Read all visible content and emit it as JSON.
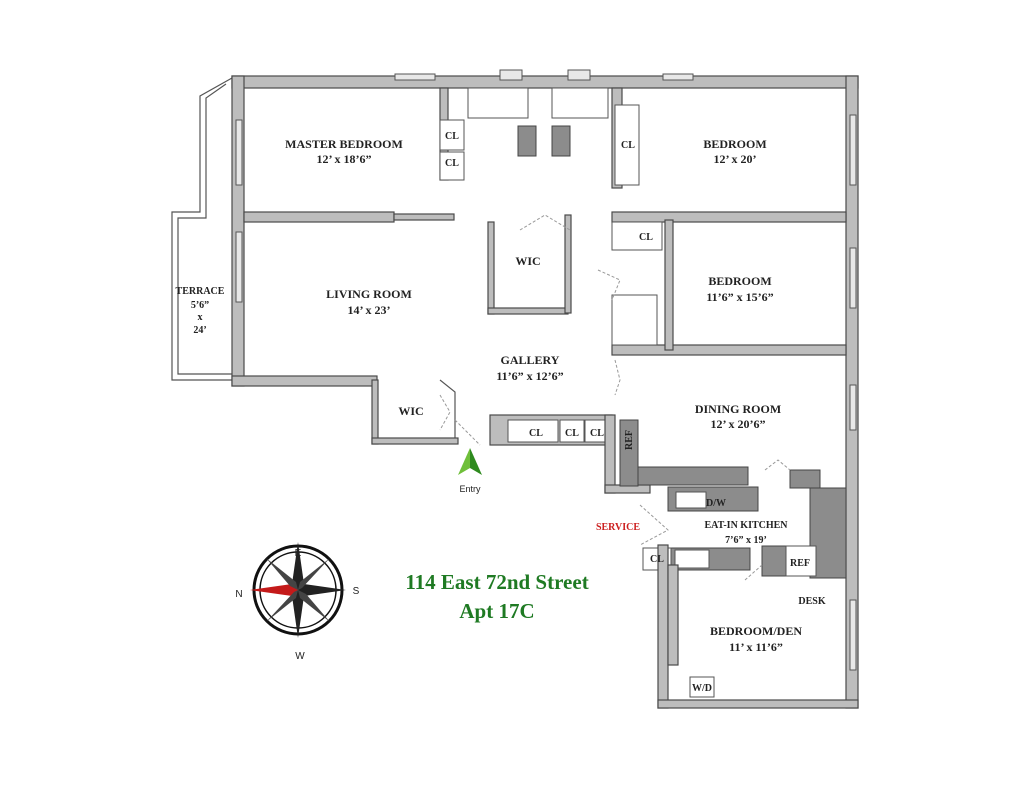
{
  "rooms": {
    "master_bedroom": {
      "name": "MASTER BEDROOM",
      "size": "12’ x 18’6”"
    },
    "bedroom_1": {
      "name": "BEDROOM",
      "size": "12’ x 20’"
    },
    "bedroom_2": {
      "name": "BEDROOM",
      "size": "11’6” x 15’6”"
    },
    "living_room": {
      "name": "LIVING ROOM",
      "size": "14’ x 23’"
    },
    "terrace": {
      "name": "TERRACE",
      "size_a": "5’6”",
      "size_x": "x",
      "size_b": "24’"
    },
    "gallery": {
      "name": "GALLERY",
      "size": "11’6” x 12’6”"
    },
    "dining_room": {
      "name": "DINING ROOM",
      "size": "12’ x 20’6”"
    },
    "kitchen": {
      "name": "EAT-IN KITCHEN",
      "size": "7’6” x 19’"
    },
    "bedroom_den": {
      "name": "BEDROOM/DEN",
      "size": "11’ x 11’6”"
    }
  },
  "labels": {
    "cl": "CL",
    "wic": "WIC",
    "ref": "REF",
    "dw": "D/W",
    "desk": "DESK",
    "wd": "W/D",
    "service": "SERVICE",
    "entry": "Entry"
  },
  "compass": {
    "n": "N",
    "e": "E",
    "s": "S",
    "w": "W",
    "accent": "#c41a1a"
  },
  "address": {
    "street": "114 East 72nd Street",
    "unit": "Apt 17C",
    "color": "#1f7a23"
  }
}
